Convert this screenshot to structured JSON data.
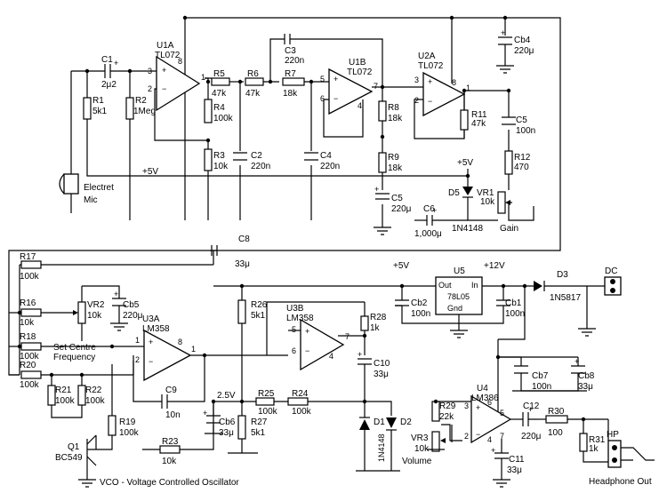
{
  "caption": "VCO - Voltage Controlled Oscillator",
  "opamps": {
    "u1a": {
      "name": "U1A",
      "part": "TL072"
    },
    "u1b": {
      "name": "U1B",
      "part": "TL072"
    },
    "u2a": {
      "name": "U2A",
      "part": "TL072"
    },
    "u3a": {
      "name": "U3A",
      "part": "LM358"
    },
    "u3b": {
      "name": "U3B",
      "part": "LM358"
    },
    "u4": {
      "name": "U4",
      "part": "LM386"
    }
  },
  "regulator": {
    "name": "U5",
    "part": "78L05",
    "pin_out": "Out",
    "pin_in": "In",
    "pin_gnd": "Gnd"
  },
  "rails": {
    "v5": "+5V",
    "v12": "+12V",
    "v25": "2.5V"
  },
  "labels": {
    "mic": "Electret",
    "mic2": "Mic",
    "gain": "Gain",
    "volume": "Volume",
    "set_centre": "Set Centre",
    "frequency": "Frequency",
    "dc": "DC",
    "hp": "HP",
    "headphone_out": "Headphone Out",
    "q1": "Q1",
    "q1_part": "BC549"
  },
  "components": {
    "c1": {
      "ref": "C1",
      "val": "2μ2"
    },
    "r1": {
      "ref": "R1",
      "val": "5k1"
    },
    "r2": {
      "ref": "R2",
      "val": "1Meg"
    },
    "r3": {
      "ref": "R3",
      "val": "10k"
    },
    "r4": {
      "ref": "R4",
      "val": "100k"
    },
    "r5": {
      "ref": "R5",
      "val": "47k"
    },
    "r6": {
      "ref": "R6",
      "val": "47k"
    },
    "r7": {
      "ref": "R7",
      "val": "18k"
    },
    "c2": {
      "ref": "C2",
      "val": "220n"
    },
    "c3": {
      "ref": "C3",
      "val": "220n"
    },
    "c4": {
      "ref": "C4",
      "val": "220n"
    },
    "r8": {
      "ref": "R8",
      "val": "18k"
    },
    "r9": {
      "ref": "R9",
      "val": "18k"
    },
    "c5a": {
      "ref": "C5",
      "val": "220μ"
    },
    "c6": {
      "ref": "C6",
      "val": "1,000μ"
    },
    "d5": {
      "ref": "D5",
      "val": "1N4148"
    },
    "vr1": {
      "ref": "VR1",
      "val": "10k"
    },
    "r11": {
      "ref": "R11",
      "val": "47k"
    },
    "c5b": {
      "ref": "C5",
      "val": "100n"
    },
    "r12": {
      "ref": "R12",
      "val": "470"
    },
    "cb4": {
      "ref": "Cb4",
      "val": "220μ"
    },
    "c8": {
      "ref": "C8",
      "val": "33μ"
    },
    "r17": {
      "ref": "R17",
      "val": "100k"
    },
    "r16": {
      "ref": "R16",
      "val": "10k"
    },
    "vr2": {
      "ref": "VR2",
      "val": "10k"
    },
    "cb5": {
      "ref": "Cb5",
      "val": "220μ"
    },
    "r18": {
      "ref": "R18",
      "val": "100k"
    },
    "r20": {
      "ref": "R20",
      "val": "100k"
    },
    "r21": {
      "ref": "R21",
      "val": "100k"
    },
    "r22": {
      "ref": "R22",
      "val": "100k"
    },
    "c9": {
      "ref": "C9",
      "val": "10n"
    },
    "r19": {
      "ref": "R19",
      "val": "100k"
    },
    "r23": {
      "ref": "R23",
      "val": "10k"
    },
    "r26": {
      "ref": "R26",
      "val": "5k1"
    },
    "r27": {
      "ref": "R27",
      "val": "5k1"
    },
    "cb6": {
      "ref": "Cb6",
      "val": "33μ"
    },
    "r25": {
      "ref": "R25",
      "val": "100k"
    },
    "r24": {
      "ref": "R24",
      "val": "100k"
    },
    "r28": {
      "ref": "R28",
      "val": "1k"
    },
    "c10": {
      "ref": "C10",
      "val": "33μ"
    },
    "d1": {
      "ref": "D1",
      "val": "1N4148"
    },
    "d2": {
      "ref": "D2",
      "val": ""
    },
    "cb2": {
      "ref": "Cb2",
      "val": "100n"
    },
    "cb1": {
      "ref": "Cb1",
      "val": "100n"
    },
    "d3": {
      "ref": "D3",
      "val": "1N5817"
    },
    "r29": {
      "ref": "R29",
      "val": "22k"
    },
    "vr3": {
      "ref": "VR3",
      "val": "10k"
    },
    "cb7": {
      "ref": "Cb7",
      "val": "100n"
    },
    "cb8": {
      "ref": "Cb8",
      "val": "33μ"
    },
    "c12": {
      "ref": "C12",
      "val": "220μ"
    },
    "r30": {
      "ref": "R30",
      "val": "100"
    },
    "r31": {
      "ref": "R31",
      "val": "1k"
    },
    "c11": {
      "ref": "C11",
      "val": "33μ"
    }
  }
}
